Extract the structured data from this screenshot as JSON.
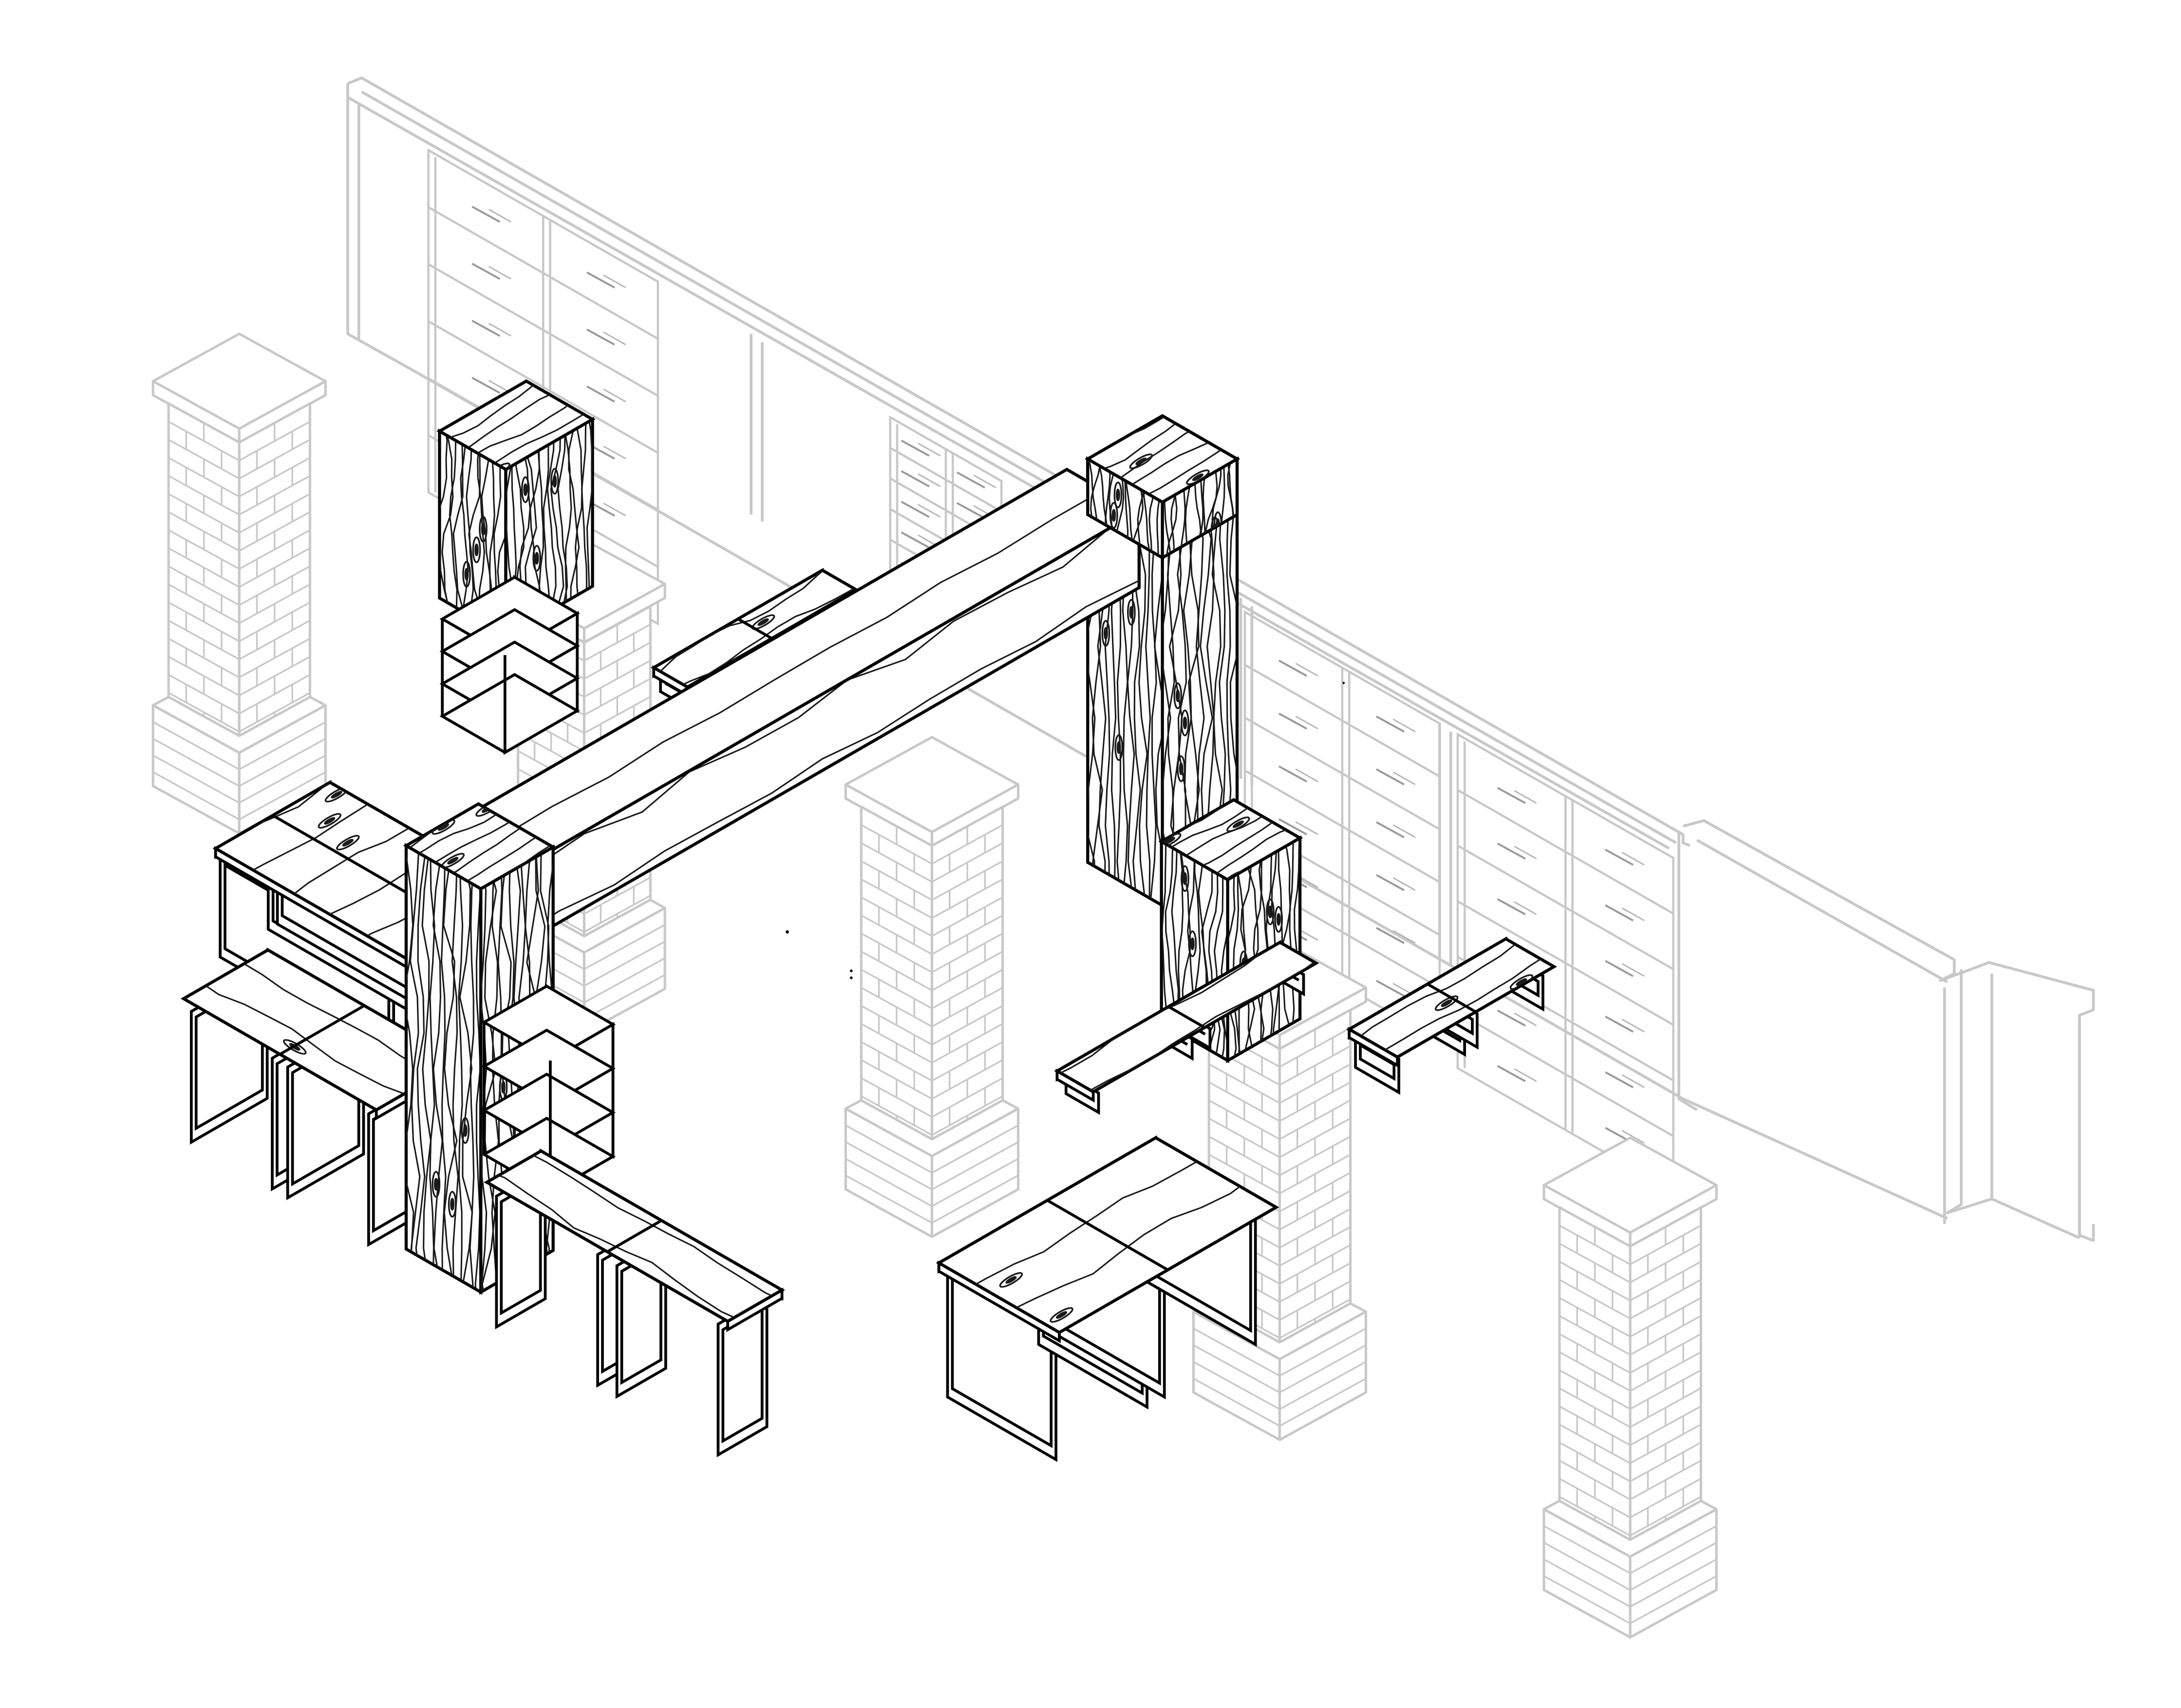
{
  "figure": {
    "kind": "isometric furniture drawing (line art, no printed text)",
    "context_color": "#c8c8c8",
    "context_dark_color": "#bdbdbd",
    "furniture_color": "#000000",
    "furniture_fill": "#ffffff",
    "wood_grain_color": "#1a1a1a"
  },
  "context": {
    "back_wall": {
      "name": "back-wall",
      "bays": [
        {
          "name": "shelf-bay-1",
          "rows": 6,
          "cols": 2
        },
        {
          "name": "shelf-bay-2",
          "rows": 5,
          "cols": 2
        },
        {
          "name": "shelf-bay-3",
          "rows": 6,
          "cols": 2
        },
        {
          "name": "shelf-bay-4",
          "rows": 6,
          "cols": 2
        }
      ]
    },
    "brick_pillars": [
      {
        "name": "pillar-back-left"
      },
      {
        "name": "pillar-inner-left"
      },
      {
        "name": "pillar-center"
      },
      {
        "name": "pillar-front-right"
      },
      {
        "name": "pillar-far-right"
      }
    ]
  },
  "furniture": {
    "overhead_beam": {
      "name": "overhead-beam"
    },
    "columns": [
      {
        "name": "column-back-left"
      },
      {
        "name": "column-back-right"
      },
      {
        "name": "column-front-left"
      },
      {
        "name": "column-front-right"
      }
    ],
    "cabinets": [
      {
        "name": "cabinet-left-open-shelves"
      },
      {
        "name": "cabinet-front-open-shelves"
      },
      {
        "name": "cabinet-right-low"
      }
    ],
    "desks": [
      {
        "name": "desk-left-back"
      },
      {
        "name": "desk-left-front"
      },
      {
        "name": "desk-front-center"
      },
      {
        "name": "desk-right-front"
      },
      {
        "name": "desk-right-back"
      },
      {
        "name": "desk-back-floating"
      }
    ]
  }
}
